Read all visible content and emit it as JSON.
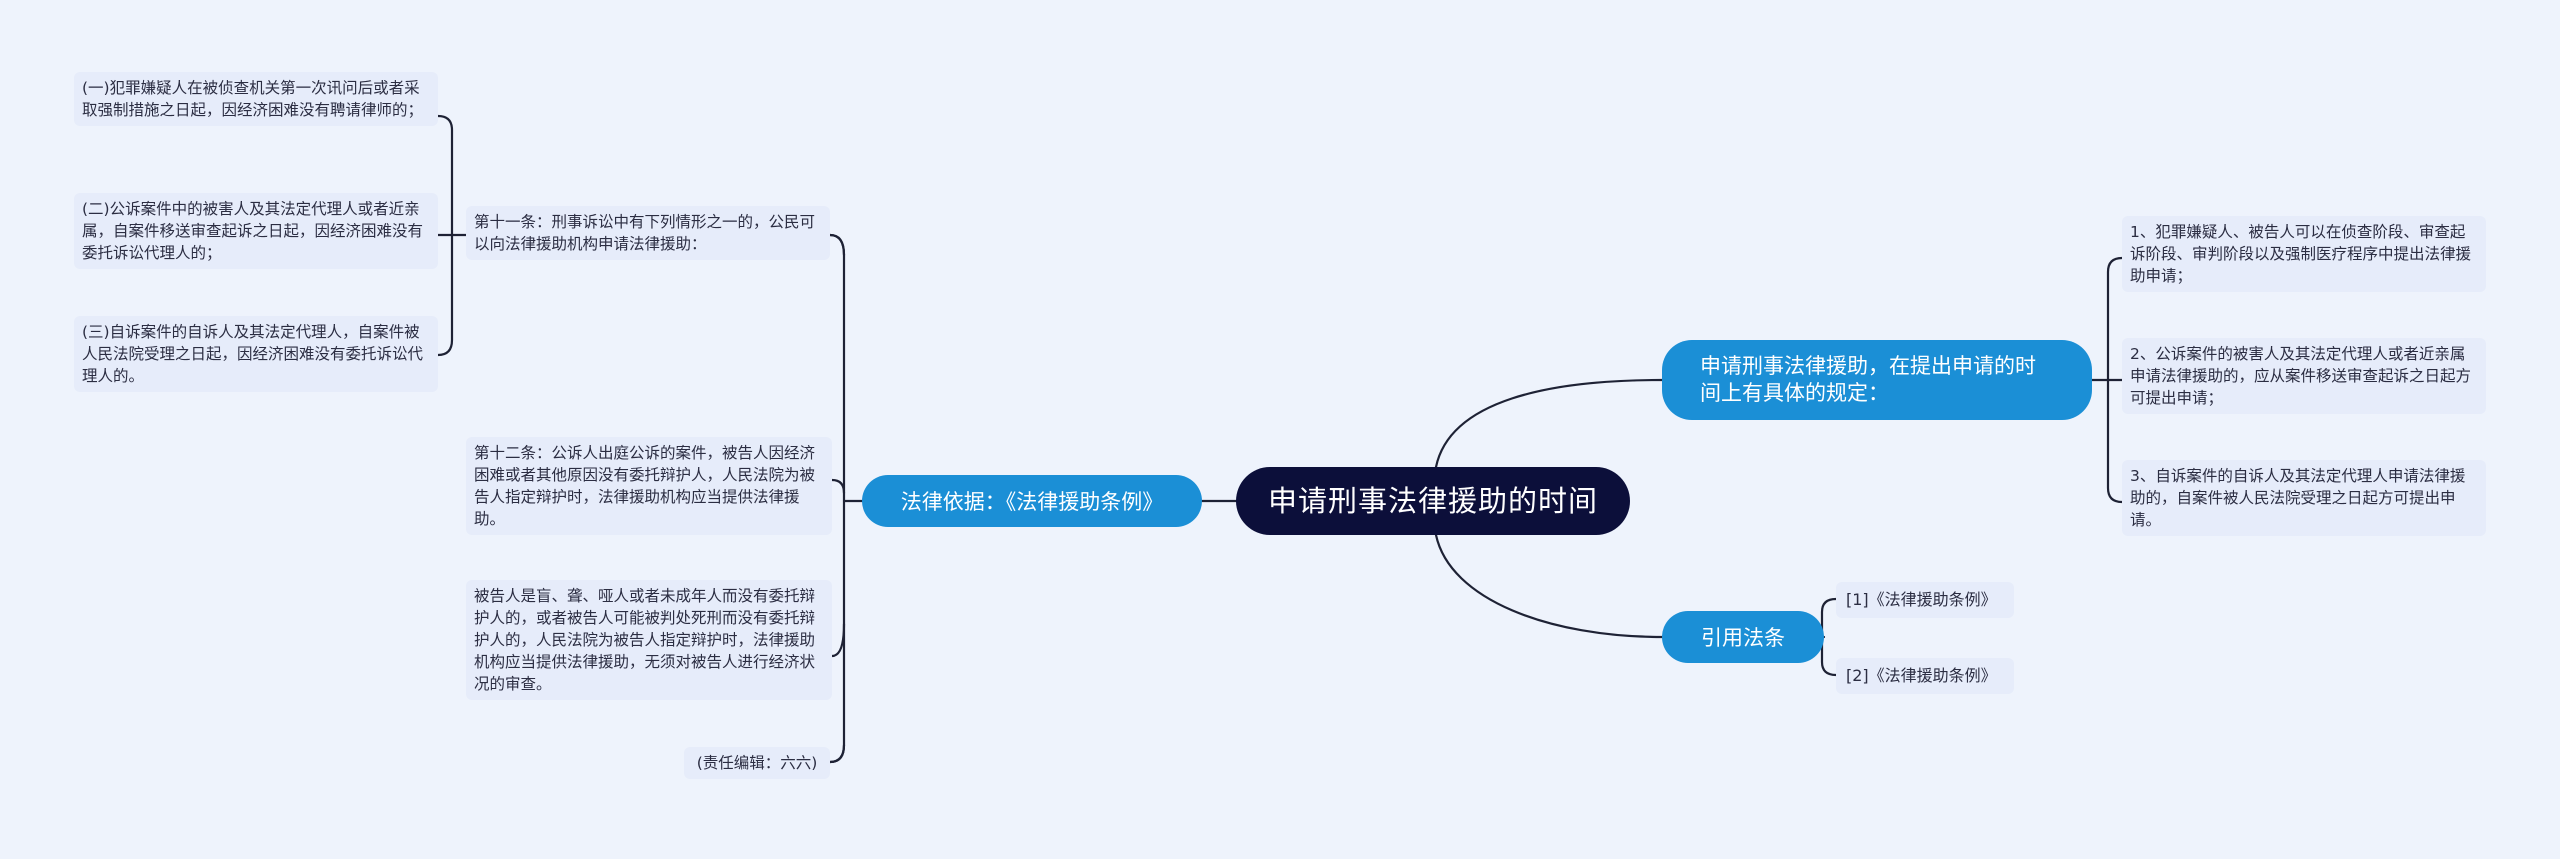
{
  "root": {
    "title": "申请刑事法律援助的时间"
  },
  "branches": {
    "basis": {
      "label": "法律依据：《法律援助条例》",
      "article11": {
        "text": "第十一条：刑事诉讼中有下列情形之一的，公民可以向法律援助机构申请法律援助：",
        "items": [
          "(一)犯罪嫌疑人在被侦查机关第一次讯问后或者采取强制措施之日起，因经济困难没有聘请律师的；",
          "(二)公诉案件中的被害人及其法定代理人或者近亲属，自案件移送审查起诉之日起，因经济困难没有委托诉讼代理人的；",
          "(三)自诉案件的自诉人及其法定代理人，自案件被人民法院受理之日起，因经济困难没有委托诉讼代理人的。"
        ]
      },
      "article12": "第十二条：公诉人出庭公诉的案件，被告人因经济困难或者其他原因没有委托辩护人，人民法院为被告人指定辩护时，法律援助机构应当提供法律援助。",
      "extra": "被告人是盲、聋、哑人或者未成年人而没有委托辩护人的，或者被告人可能被判处死刑而没有委托辩护人的，人民法院为被告人指定辩护时，法律援助机构应当提供法律援助，无须对被告人进行经济状况的审查。",
      "editor": "(责任编辑：六六)"
    },
    "application": {
      "label": "申请刑事法律援助，在提出申请的时间上有具体的规定：",
      "items": [
        "1、犯罪嫌疑人、被告人可以在侦查阶段、审查起诉阶段、审判阶段以及强制医疗程序中提出法律援助申请；",
        "2、公诉案件的被害人及其法定代理人或者近亲属申请法律援助的，应从案件移送审查起诉之日起方可提出申请；",
        "3、自诉案件的自诉人及其法定代理人申请法律援助的，自案件被人民法院受理之日起方可提出申请。"
      ]
    },
    "references": {
      "label": "引用法条",
      "items": [
        "[1]《法律援助条例》",
        "[2]《法律援助条例》"
      ]
    }
  },
  "colors": {
    "background": "#eef3fc",
    "root": "#0c0f3a",
    "branch": "#1b8fd6",
    "leaf": "#e6ecfa",
    "connector": "#1e2235"
  }
}
